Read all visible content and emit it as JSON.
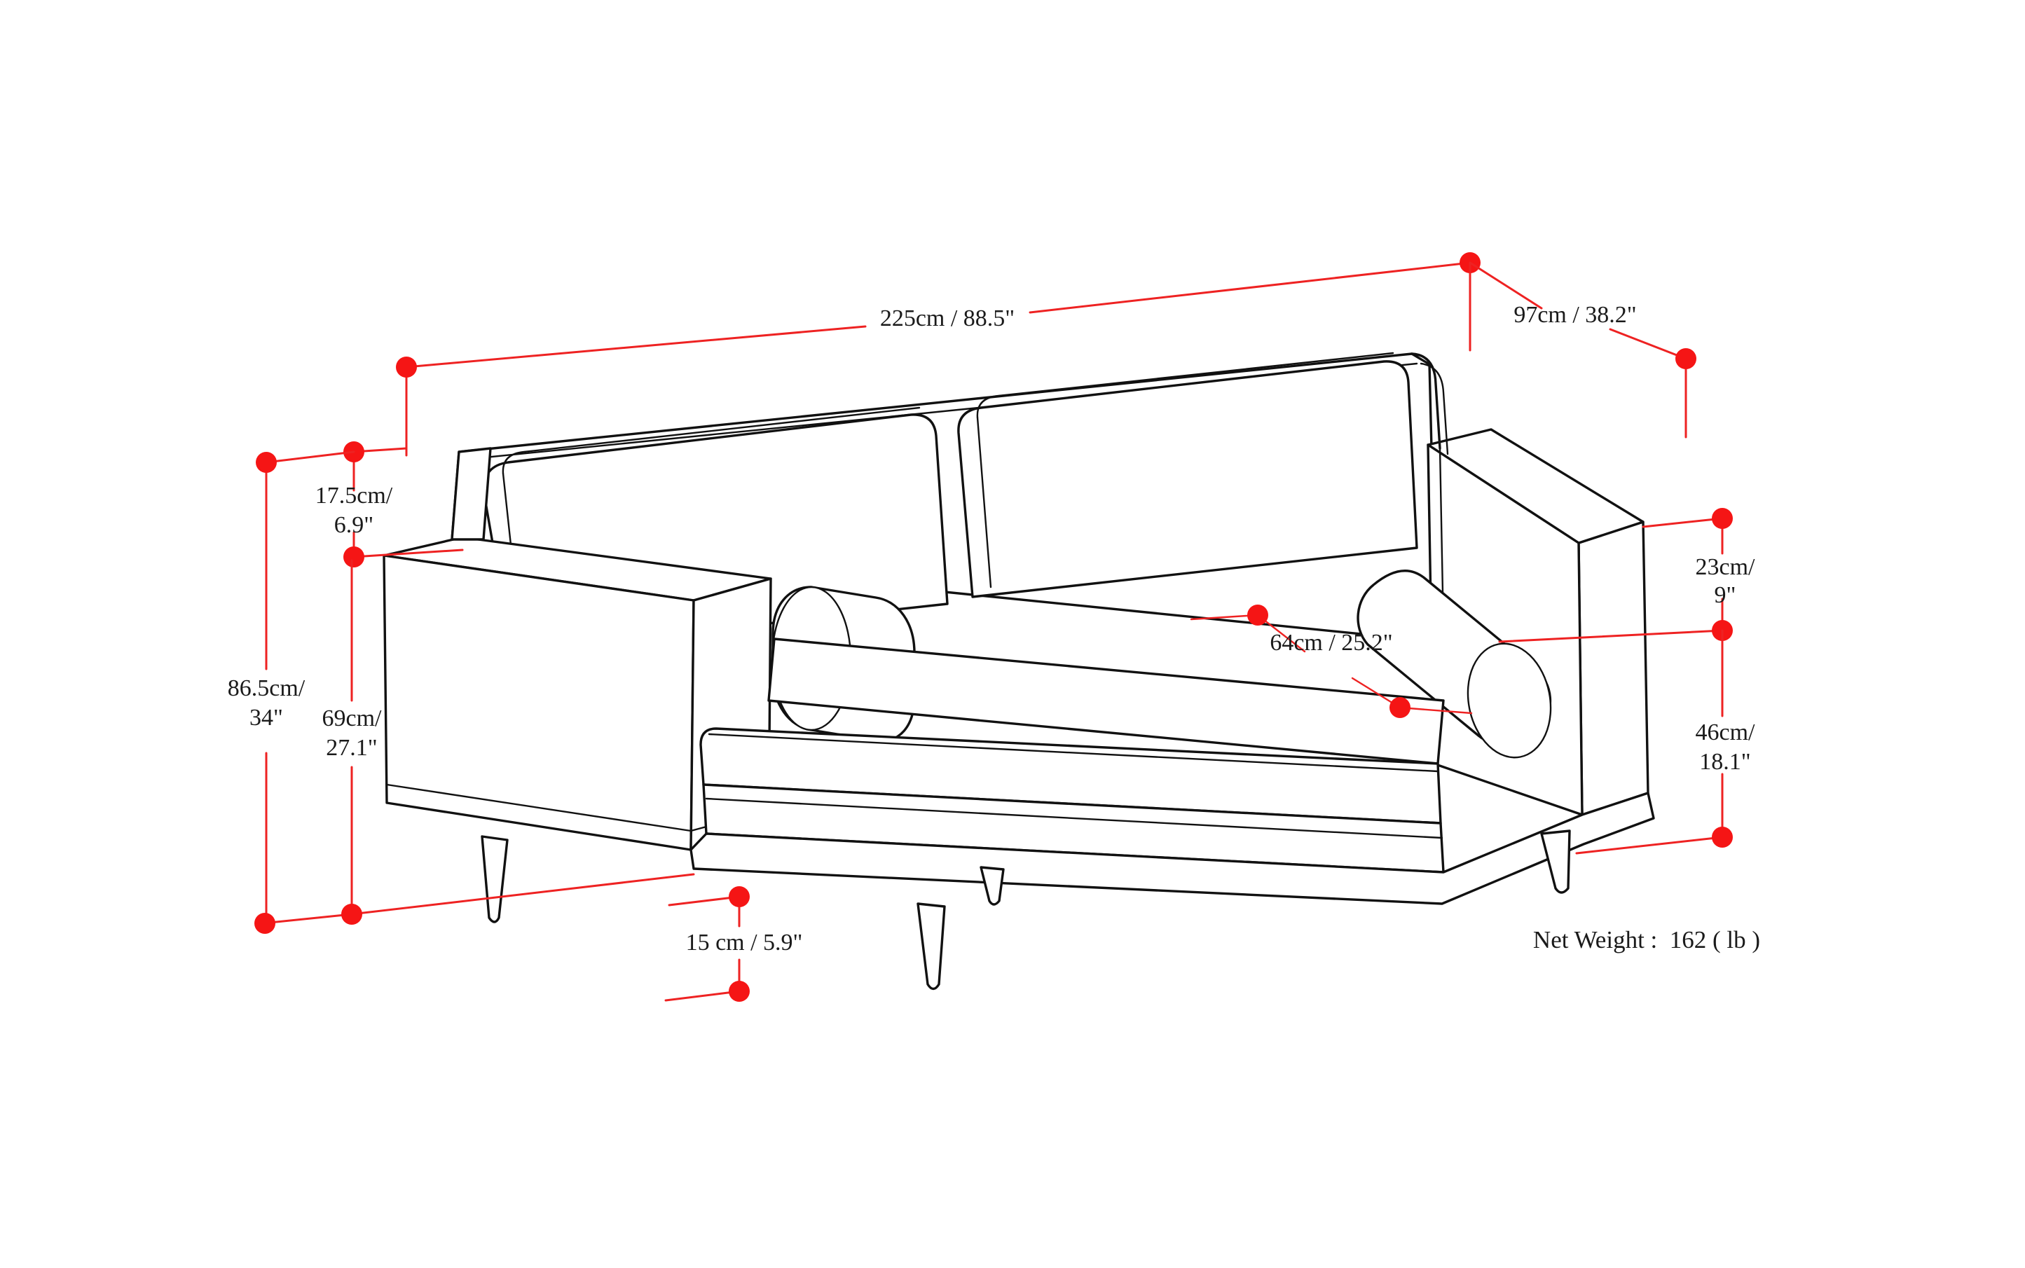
{
  "diagram": {
    "subject": "sofa",
    "view": "three-quarter perspective line drawing",
    "accent_color": "#ee2222",
    "line_color": "#111111",
    "background_color": "#ffffff"
  },
  "dimensions": {
    "overall_width": {
      "line1": "225cm / 88.5\"",
      "line2": ""
    },
    "overall_depth": {
      "line1": "97cm / 38.2\"",
      "line2": ""
    },
    "back_cushion_height": {
      "line1": "17.5cm/",
      "line2": "6.9\""
    },
    "overall_height": {
      "line1": "86.5cm/",
      "line2": "34\""
    },
    "back_height": {
      "line1": "69cm/",
      "line2": "27.1\""
    },
    "seat_depth": {
      "line1": "64cm / 25.2\"",
      "line2": ""
    },
    "arm_height_above_seat": {
      "line1": "23cm/",
      "line2": "9\""
    },
    "seat_height": {
      "line1": "46cm/",
      "line2": "18.1\""
    },
    "leg_height": {
      "line1": "15 cm / 5.9\"",
      "line2": ""
    }
  },
  "net_weight": {
    "text": "Net Weight :  162 ( lb )"
  }
}
